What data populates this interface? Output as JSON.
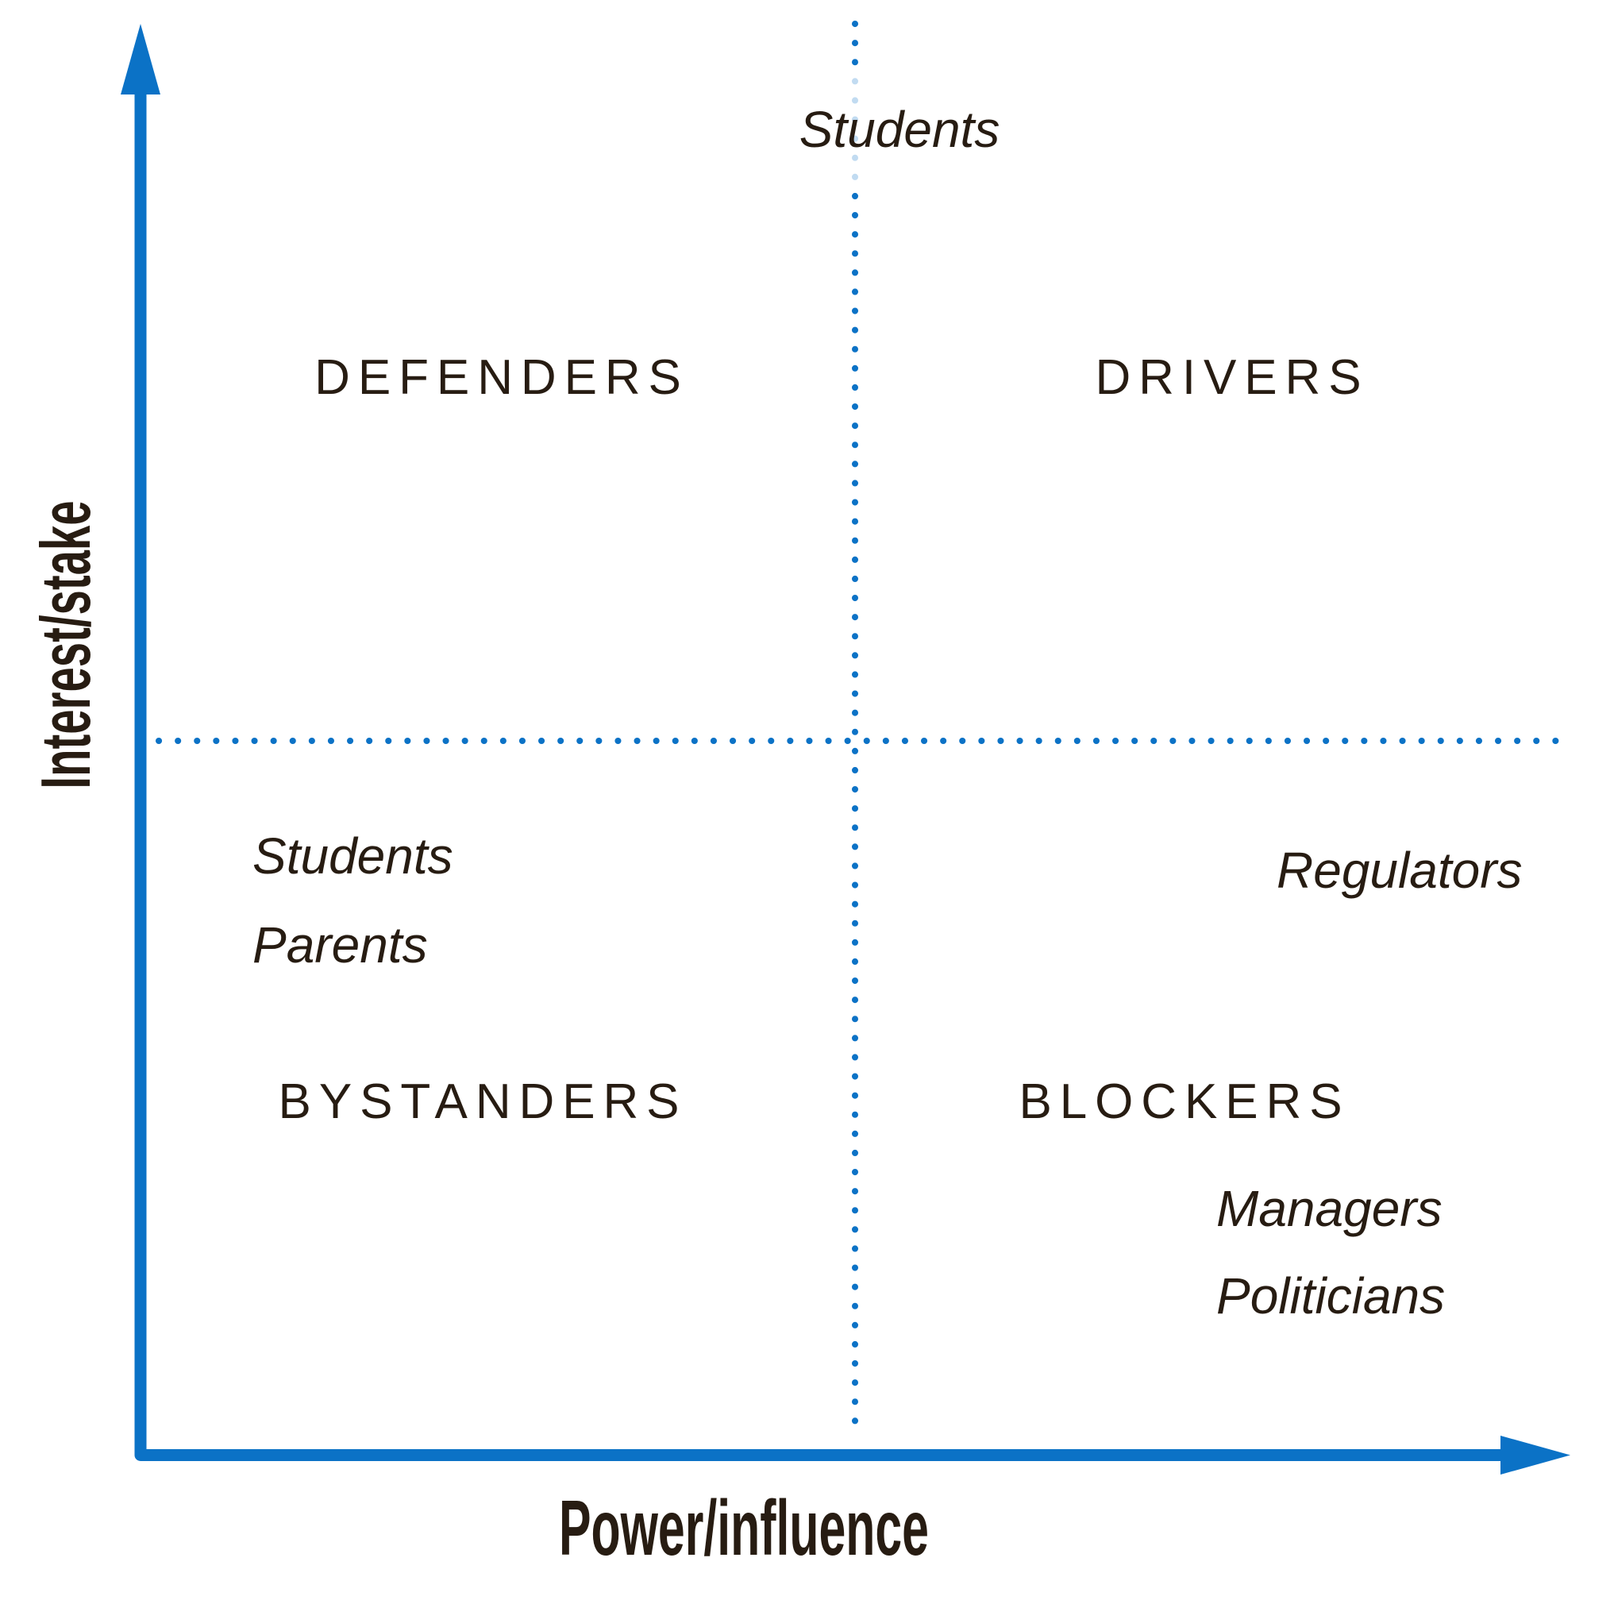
{
  "diagram": {
    "type": "quadrant-matrix",
    "y_axis_label": "Interest/stake",
    "x_axis_label": "Power/influence",
    "quadrants": {
      "top_left": "DEFENDERS",
      "top_right": "DRIVERS",
      "bottom_left": "BYSTANDERS",
      "bottom_right": "BLOCKERS"
    },
    "stakeholders": {
      "top_center": "Students",
      "bottom_left": [
        "Students",
        "Parents"
      ],
      "right_upper": "Regulators",
      "bottom_right": [
        "Managers",
        "Politicians"
      ]
    },
    "colors": {
      "axis_blue": "#0b72c6",
      "text_dark": "#271c12"
    }
  }
}
